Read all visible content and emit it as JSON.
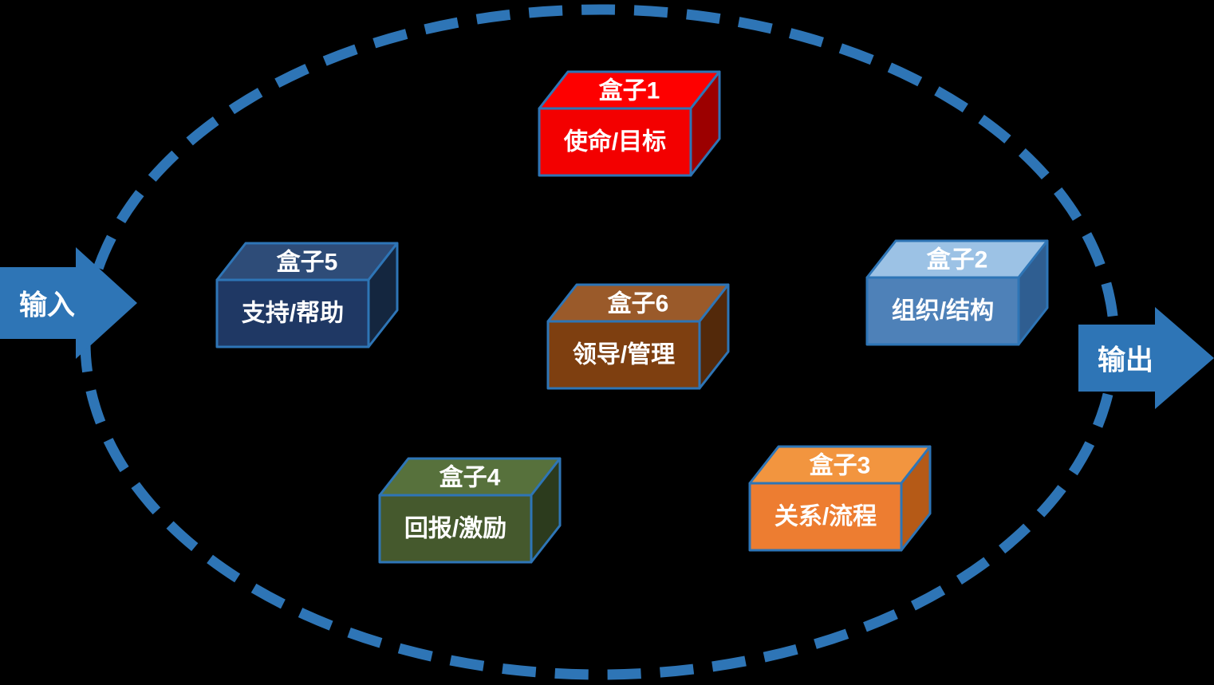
{
  "colors": {
    "background": "#000000",
    "outline": "#2E75B6",
    "ellipse": "#2E75B6",
    "arrow": "#2E75B6",
    "text": "#FFFFFF"
  },
  "arrows": {
    "input": {
      "label": "输入"
    },
    "output": {
      "label": "输出"
    }
  },
  "boxes": [
    {
      "id": "box1",
      "title": "盒子1",
      "subtitle": "使命/目标",
      "colors": {
        "top": "#FE0000",
        "front": "#F30000",
        "side": "#9C0000"
      }
    },
    {
      "id": "box2",
      "title": "盒子2",
      "subtitle": "组织/结构",
      "colors": {
        "top": "#9CC2E5",
        "front": "#4E81B8",
        "side": "#2F5E91"
      }
    },
    {
      "id": "box3",
      "title": "盒子3",
      "subtitle": "关系/流程",
      "colors": {
        "top": "#F2953F",
        "front": "#ED7D31",
        "side": "#B55A17"
      }
    },
    {
      "id": "box4",
      "title": "盒子4",
      "subtitle": "回报/激励",
      "colors": {
        "top": "#57713C",
        "front": "#45592D",
        "side": "#2C3B1D"
      }
    },
    {
      "id": "box5",
      "title": "盒子5",
      "subtitle": "支持/帮助",
      "colors": {
        "top": "#2E4C78",
        "front": "#1F3864",
        "side": "#14263F"
      }
    },
    {
      "id": "box6",
      "title": "盒子6",
      "subtitle": "领导/管理",
      "colors": {
        "top": "#9A5A2A",
        "front": "#7E3F10",
        "side": "#53290A"
      }
    }
  ]
}
